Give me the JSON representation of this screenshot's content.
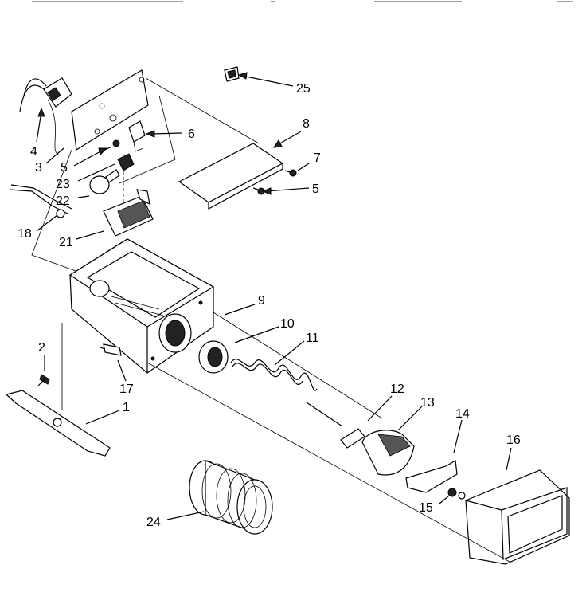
{
  "header": {
    "fragment": ""
  },
  "callouts": [
    {
      "id": "1",
      "text": "1"
    },
    {
      "id": "2",
      "text": "2"
    },
    {
      "id": "3",
      "text": "3"
    },
    {
      "id": "4",
      "text": "4"
    },
    {
      "id": "5a",
      "text": "5"
    },
    {
      "id": "5b",
      "text": "5"
    },
    {
      "id": "6",
      "text": "6"
    },
    {
      "id": "7",
      "text": "7"
    },
    {
      "id": "8",
      "text": "8"
    },
    {
      "id": "9",
      "text": "9"
    },
    {
      "id": "10",
      "text": "10"
    },
    {
      "id": "11",
      "text": "11"
    },
    {
      "id": "12",
      "text": "12"
    },
    {
      "id": "13",
      "text": "13"
    },
    {
      "id": "14",
      "text": "14"
    },
    {
      "id": "15",
      "text": "15"
    },
    {
      "id": "16",
      "text": "16"
    },
    {
      "id": "17",
      "text": "17"
    },
    {
      "id": "18",
      "text": "18"
    },
    {
      "id": "21",
      "text": "21"
    },
    {
      "id": "22",
      "text": "22"
    },
    {
      "id": "23",
      "text": "23"
    },
    {
      "id": "24",
      "text": "24"
    },
    {
      "id": "25",
      "text": "25"
    }
  ]
}
